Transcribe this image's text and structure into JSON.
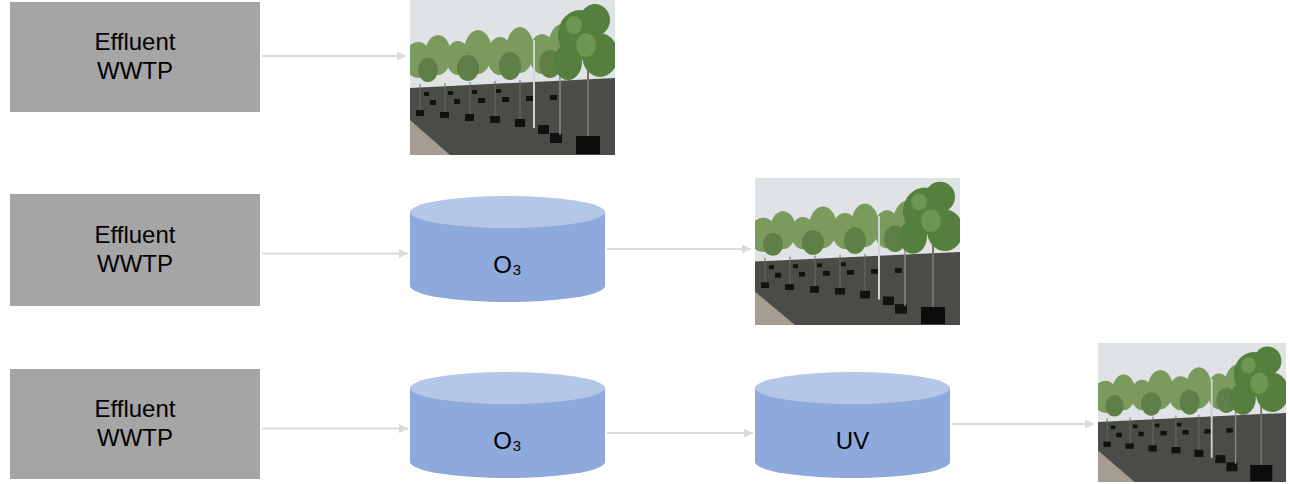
{
  "diagram": {
    "nodes": [
      {
        "text": [
          "Effluent WWTP"
        ]
      },
      {
        "text": [
          "Effluent WWTP"
        ]
      },
      {
        "text": [
          "O₃"
        ]
      },
      {
        "text": [
          "Effluent WWTP"
        ]
      },
      {
        "text": [
          "O₃"
        ]
      },
      {
        "text": [
          "UV"
        ]
      }
    ],
    "edges": [
      {
        "from": 1,
        "to": 2,
        "arrow": "to"
      },
      {
        "from": 3,
        "to": 4,
        "arrow": "to"
      },
      {
        "from": 4,
        "to": 5,
        "arrow": "to"
      }
    ]
  }
}
